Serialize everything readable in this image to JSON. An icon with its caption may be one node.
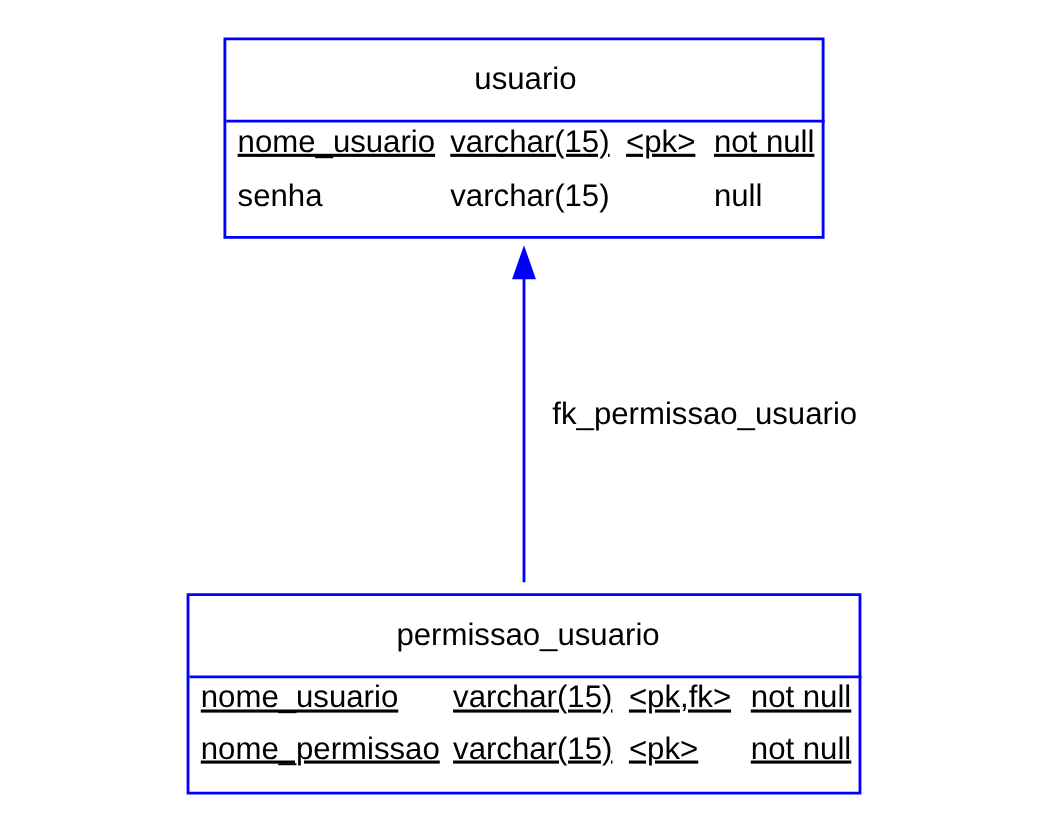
{
  "diagram": {
    "nodes": [
      {
        "text": [
          "usuario",
          "nome_usuario",
          "varchar(15)",
          "<pk>",
          "not null",
          "senha",
          "varchar(15)",
          "null"
        ]
      },
      {
        "text": [
          "permissao_usuario",
          "nome_usuario",
          "varchar(15)",
          "<pk,fk>",
          "not null",
          "nome_permissao",
          "varchar(15)",
          "<pk>",
          "not null"
        ]
      }
    ],
    "edges": [
      {
        "from": 1,
        "to": 0,
        "arrow": "to",
        "label": "fk_permissao_usuario"
      }
    ]
  }
}
